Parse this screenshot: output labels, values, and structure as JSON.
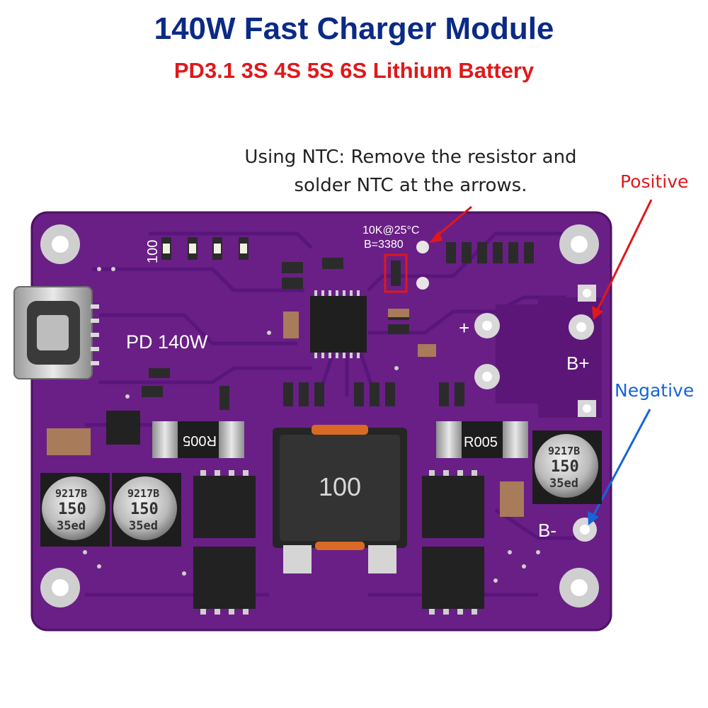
{
  "header": {
    "title": "140W Fast Charger Module",
    "subtitle": "PD3.1 3S 4S 5S 6S Lithium Battery"
  },
  "annotations": {
    "ntc_note_line1": "Using NTC: Remove the resistor and",
    "ntc_note_line2": "solder NTC at the arrows.",
    "positive_label": "Positive",
    "negative_label": "Negative"
  },
  "board": {
    "silk_100": "100",
    "silk_pd": "PD 140W",
    "silk_ntc1": "10K@25°C",
    "silk_ntc2": "B=3380",
    "silk_plus": "+",
    "silk_bplus": "B+",
    "silk_bminus": "B-",
    "resistor_left": "R005",
    "resistor_right": "R005",
    "inductor_label": "100",
    "cap_line1": "9217B",
    "cap_line2": "150",
    "cap_line3": "35ed"
  },
  "colors": {
    "pcb": "#6a1f86",
    "title": "#0b2a86",
    "positive": "#e0181b",
    "negative": "#1565d8"
  }
}
